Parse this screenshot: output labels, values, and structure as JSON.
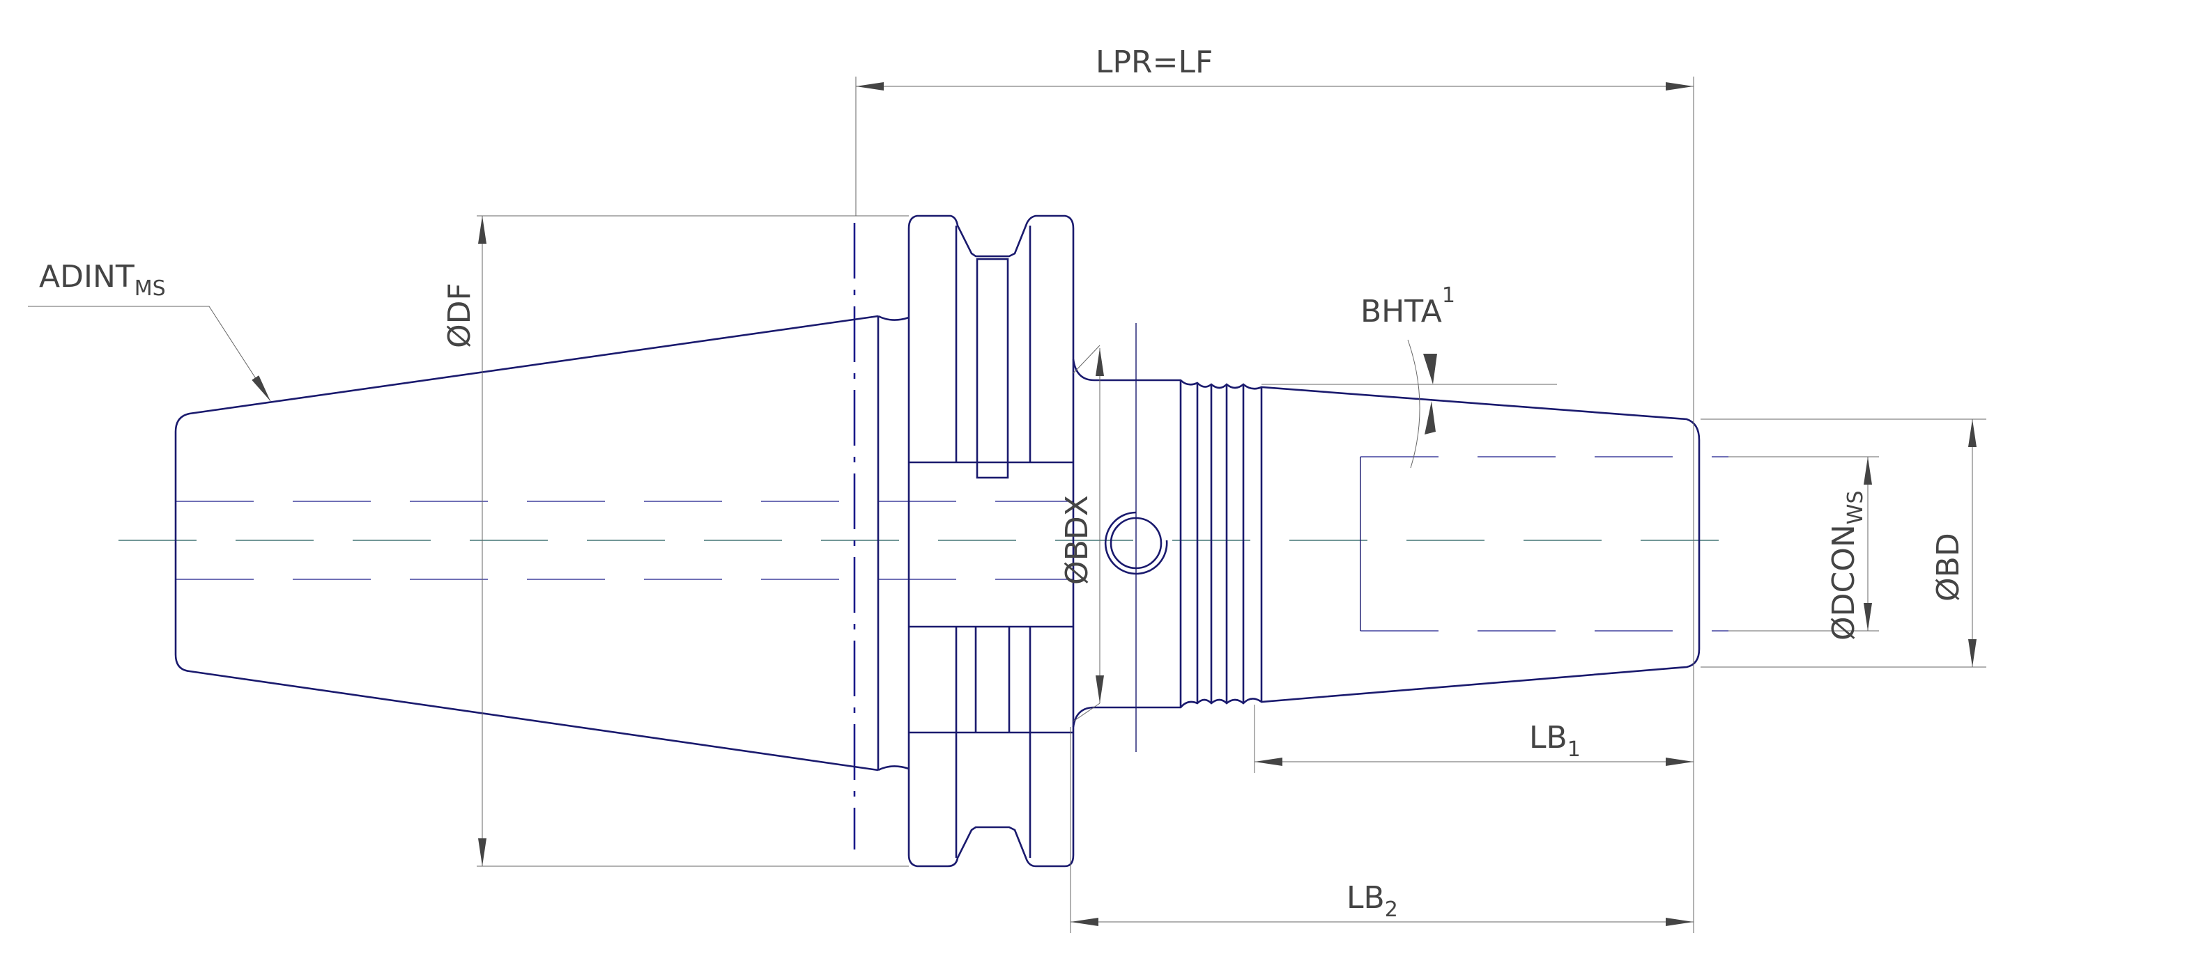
{
  "labels": {
    "lpr_lf": "LPR=LF",
    "adint": "ADINT",
    "adint_sub": "MS",
    "df": "ØDF",
    "bdx": "ØBDX",
    "bhta": "BHTA",
    "bhta_sup": "1",
    "dcon": "ØDCON",
    "dcon_sub": "WS",
    "bd": "ØBD",
    "lb1": "LB",
    "lb1_sub": "1",
    "lb2": "LB",
    "lb2_sub": "2"
  }
}
